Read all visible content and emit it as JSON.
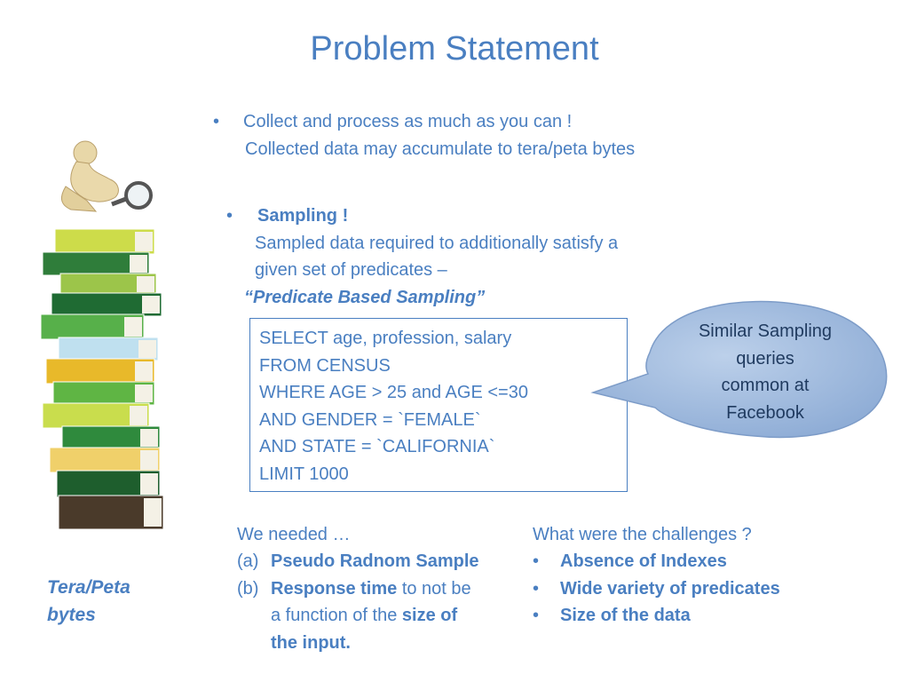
{
  "title": "Problem Statement",
  "bullet_glyph": "•",
  "bullet1": {
    "line1": "Collect and process as much as you can !",
    "line2": "Collected data may accumulate to tera/peta bytes"
  },
  "bullet2": {
    "heading": "Sampling !",
    "line1": "Sampled data required to additionally satisfy a",
    "line2": "given set of predicates –",
    "quote": "“Predicate Based Sampling”"
  },
  "query": {
    "lines": [
      "SELECT age, profession, salary",
      "FROM CENSUS",
      "WHERE AGE > 25 and AGE <=30",
      "AND GENDER = `FEMALE`",
      "AND STATE = `CALIFORNIA`",
      "LIMIT 1000"
    ]
  },
  "callout": {
    "lines": [
      "Similar Sampling",
      "queries",
      "common at",
      "Facebook"
    ],
    "fill_color": "#a8c0e0",
    "stroke_color": "#7d9cc8"
  },
  "needed": {
    "heading": "We needed …",
    "item_a_marker": "(a)",
    "item_a_text": "Pseudo Radnom Sample",
    "item_b_marker": "(b)",
    "item_b_bold": "Response time",
    "item_b_rest": " to not be",
    "item_b_line2_plain": "a function of the ",
    "item_b_line2_bold": "size of",
    "item_b_line3_bold": "the input."
  },
  "challenges": {
    "heading": "What were the  challenges ?",
    "items": [
      "Absence of Indexes",
      "Wide variety of predicates",
      "Size of the data"
    ]
  },
  "caption": {
    "line1": "Tera/Peta",
    "line2": "bytes"
  },
  "illustration": {
    "book_colors": [
      "#cddc4a",
      "#2f7d3a",
      "#9cc54a",
      "#1f6b33",
      "#57b04a",
      "#bfe0ef",
      "#e8b92a",
      "#5fb544",
      "#c9dd4d",
      "#2f8a3d",
      "#f0d06a",
      "#1e5e2d",
      "#4a3a2a"
    ]
  }
}
